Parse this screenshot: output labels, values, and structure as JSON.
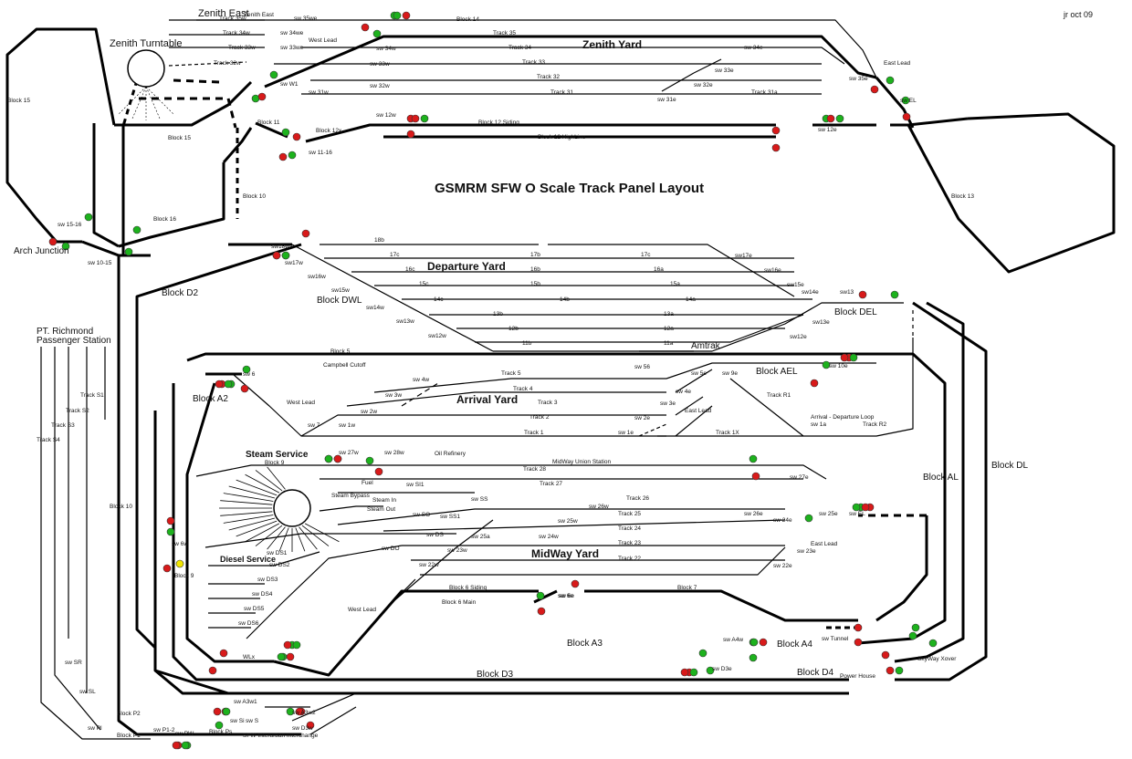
{
  "title": "GSMRM SFW O Scale Track Panel Layout",
  "author_date": "jr oct 09",
  "colors": {
    "track": "#000000",
    "title": "#1a3fd0",
    "signal_green": "#1db21d",
    "signal_red": "#d81a1a",
    "signal_yellow": "#f2e600"
  },
  "area_labels": {
    "zenith_turntable": "Zenith Turntable",
    "zenith_east": "Zenith East",
    "zenith_yard": "Zenith Yard",
    "departure_yard": "Departure Yard",
    "arrival_yard": "Arrival Yard",
    "midway_yard": "MidWay Yard",
    "steam_service": "Steam Service",
    "diesel_service": "Diesel Service",
    "arch_junction": "Arch Junction",
    "pt_richmond_1": "PT. Richmond",
    "pt_richmond_2": "Passenger Station",
    "amtrak": "Amtrak"
  },
  "blocks": [
    "Block 15",
    "Block 15",
    "Block 11",
    "Block 12x",
    "Block 10",
    "Block 16",
    "Block 12 Siding",
    "Block 12 HighLine",
    "Block 13",
    "Block 14",
    "Block D2",
    "Block DWL",
    "Block DEL",
    "Block AEL",
    "Block A2",
    "Block 5",
    "Block AL",
    "Block DL",
    "Block 9",
    "Block 10",
    "Block 6 Siding",
    "Block 6 Main",
    "Block 7",
    "Block A3",
    "Block A4",
    "Block D3",
    "Block D4",
    "Block P2",
    "Block P1",
    "Block Ps",
    "Block 9"
  ],
  "tracks": [
    "Track 35w",
    "Track 34w",
    "Track 33w",
    "Track 32w",
    "Track 35",
    "Track 34",
    "Track 33",
    "Track 32",
    "Track 31",
    "Track 31a",
    "18b",
    "17c",
    "17b",
    "17c",
    "16c",
    "16b",
    "16a",
    "15c",
    "15b",
    "15a",
    "14c",
    "14b",
    "14a",
    "13b",
    "13a",
    "12b",
    "12a",
    "11b",
    "11a",
    "Track 5",
    "Track 4",
    "Track 3",
    "Track 2",
    "Track 1",
    "Track 1X",
    "Track R1",
    "Track R2",
    "Track 28",
    "Track 27",
    "Track 26",
    "Track 25",
    "Track 24",
    "Track 23",
    "Track 22",
    "Track S1",
    "Track S2",
    "Track S3",
    "Track S4"
  ],
  "switches": [
    "sw 35we",
    "sw 34we",
    "sw 33we",
    "sw W1",
    "sw 31w",
    "sw 34w",
    "sw 33w",
    "sw 32w",
    "sw 34e",
    "sw 33e",
    "sw 32e",
    "sw 31e",
    "sw 35e",
    "sw EL",
    "sw 12w",
    "sw 12e",
    "sw 11-16",
    "sw 15-16",
    "sw 10-15",
    "sw18w",
    "sw17w",
    "sw16w",
    "sw15w",
    "sw14w",
    "sw13w",
    "sw12w",
    "sw17e",
    "sw16e",
    "sw15e",
    "sw14e",
    "sw13",
    "sw13e",
    "sw12e",
    "sw 10e",
    "sw 56",
    "sw 5e",
    "sw 9e",
    "sw 4w",
    "sw 3w",
    "sw 2w",
    "sw 1w",
    "sw 7",
    "sw 4e",
    "sw 3e",
    "sw 2e",
    "sw 1e",
    "sw 1a",
    "sw 6",
    "sw 27w",
    "sw 28w",
    "sw SI1",
    "sw SS",
    "sw SO",
    "sw SS1",
    "sw DS",
    "sw DO",
    "sw DS1",
    "sw DS2",
    "sw DS3",
    "sw DS4",
    "sw DS5",
    "sw DS6",
    "sw 27e",
    "sw 26w",
    "sw 25w",
    "sw 24w",
    "sw 25a",
    "sw 23w",
    "sw 22w",
    "sw 26e",
    "sw 25e",
    "sw EL",
    "sw 24e",
    "sw 23e",
    "sw 22e",
    "sw 6e",
    "sw 6w",
    "sw A4w",
    "sw D3e",
    "sw Tunnel",
    "sw A3w1",
    "sw A3w2",
    "sw D3w",
    "sw Si",
    "sw S",
    "sw P1-2",
    "sw PW",
    "sw SR",
    "sw SL",
    "sw Pl",
    "sw 6e",
    "WLx"
  ],
  "misc": [
    "Zenith East",
    "West Lead",
    "East Lead",
    "Campbell Cutoff",
    "West Lead",
    "East Lead",
    "Arrival - Departure Loop",
    "Oil Refinery",
    "MidWay Union Station",
    "Fuel",
    "Steam Bypass",
    "Steam In",
    "Steam Out",
    "East Lead",
    "West Lead",
    "SkyWay Xover",
    "Power House",
    "SFW-Interurban Interchange"
  ]
}
